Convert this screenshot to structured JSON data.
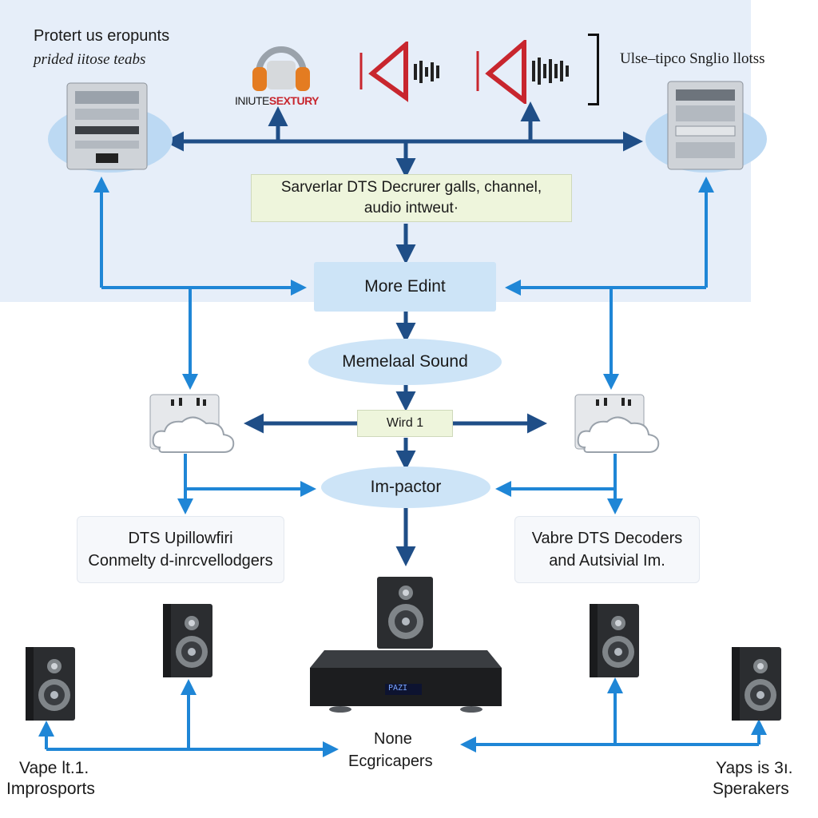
{
  "colors": {
    "panel": "#e6eef9",
    "dark_arrow": "#1f4e87",
    "light_arrow": "#1f86d6",
    "node_fill": "#cde4f7",
    "callout_fill": "#eef5dc",
    "logo_red": "#c8262e"
  },
  "top_left": {
    "line1": "Protert us eropunts",
    "line2": "prided iitose teabs"
  },
  "top_right": {
    "label": "Ulse–tipco Snglio llotss"
  },
  "headphones": {
    "icon": "headphones-icon",
    "logo_part1": "INIUTE",
    "logo_part2": "SEXTURY"
  },
  "sound_icons": [
    "speaker-wave-icon",
    "speaker-wave-icon"
  ],
  "decoder_box": {
    "line1": "Sarverlar DTS Decrurer galls, channel,",
    "line2": "audio intweut·"
  },
  "more_edit": {
    "label": "More Edint"
  },
  "memelaal": {
    "label": "Memelaal Sound"
  },
  "wird": {
    "label": "Wird 1"
  },
  "impactor": {
    "label": "Im-pactor"
  },
  "left_caption": {
    "line1": "DTS Upillowfiri",
    "line2": "Conmelty d‐inrcvellodgers"
  },
  "right_caption": {
    "line1": "Vabre DTS Decoders",
    "line2": "and Autsivial Im."
  },
  "bottom_center": {
    "line1": "None",
    "line2": "Ecgricapers"
  },
  "bottom_left": {
    "line1": "Vape lt.1.",
    "line2": "Improsports"
  },
  "bottom_right": {
    "line1": "Yaps is 3ı.",
    "line2": "Sperakers"
  },
  "receiver_display": "PAZI"
}
